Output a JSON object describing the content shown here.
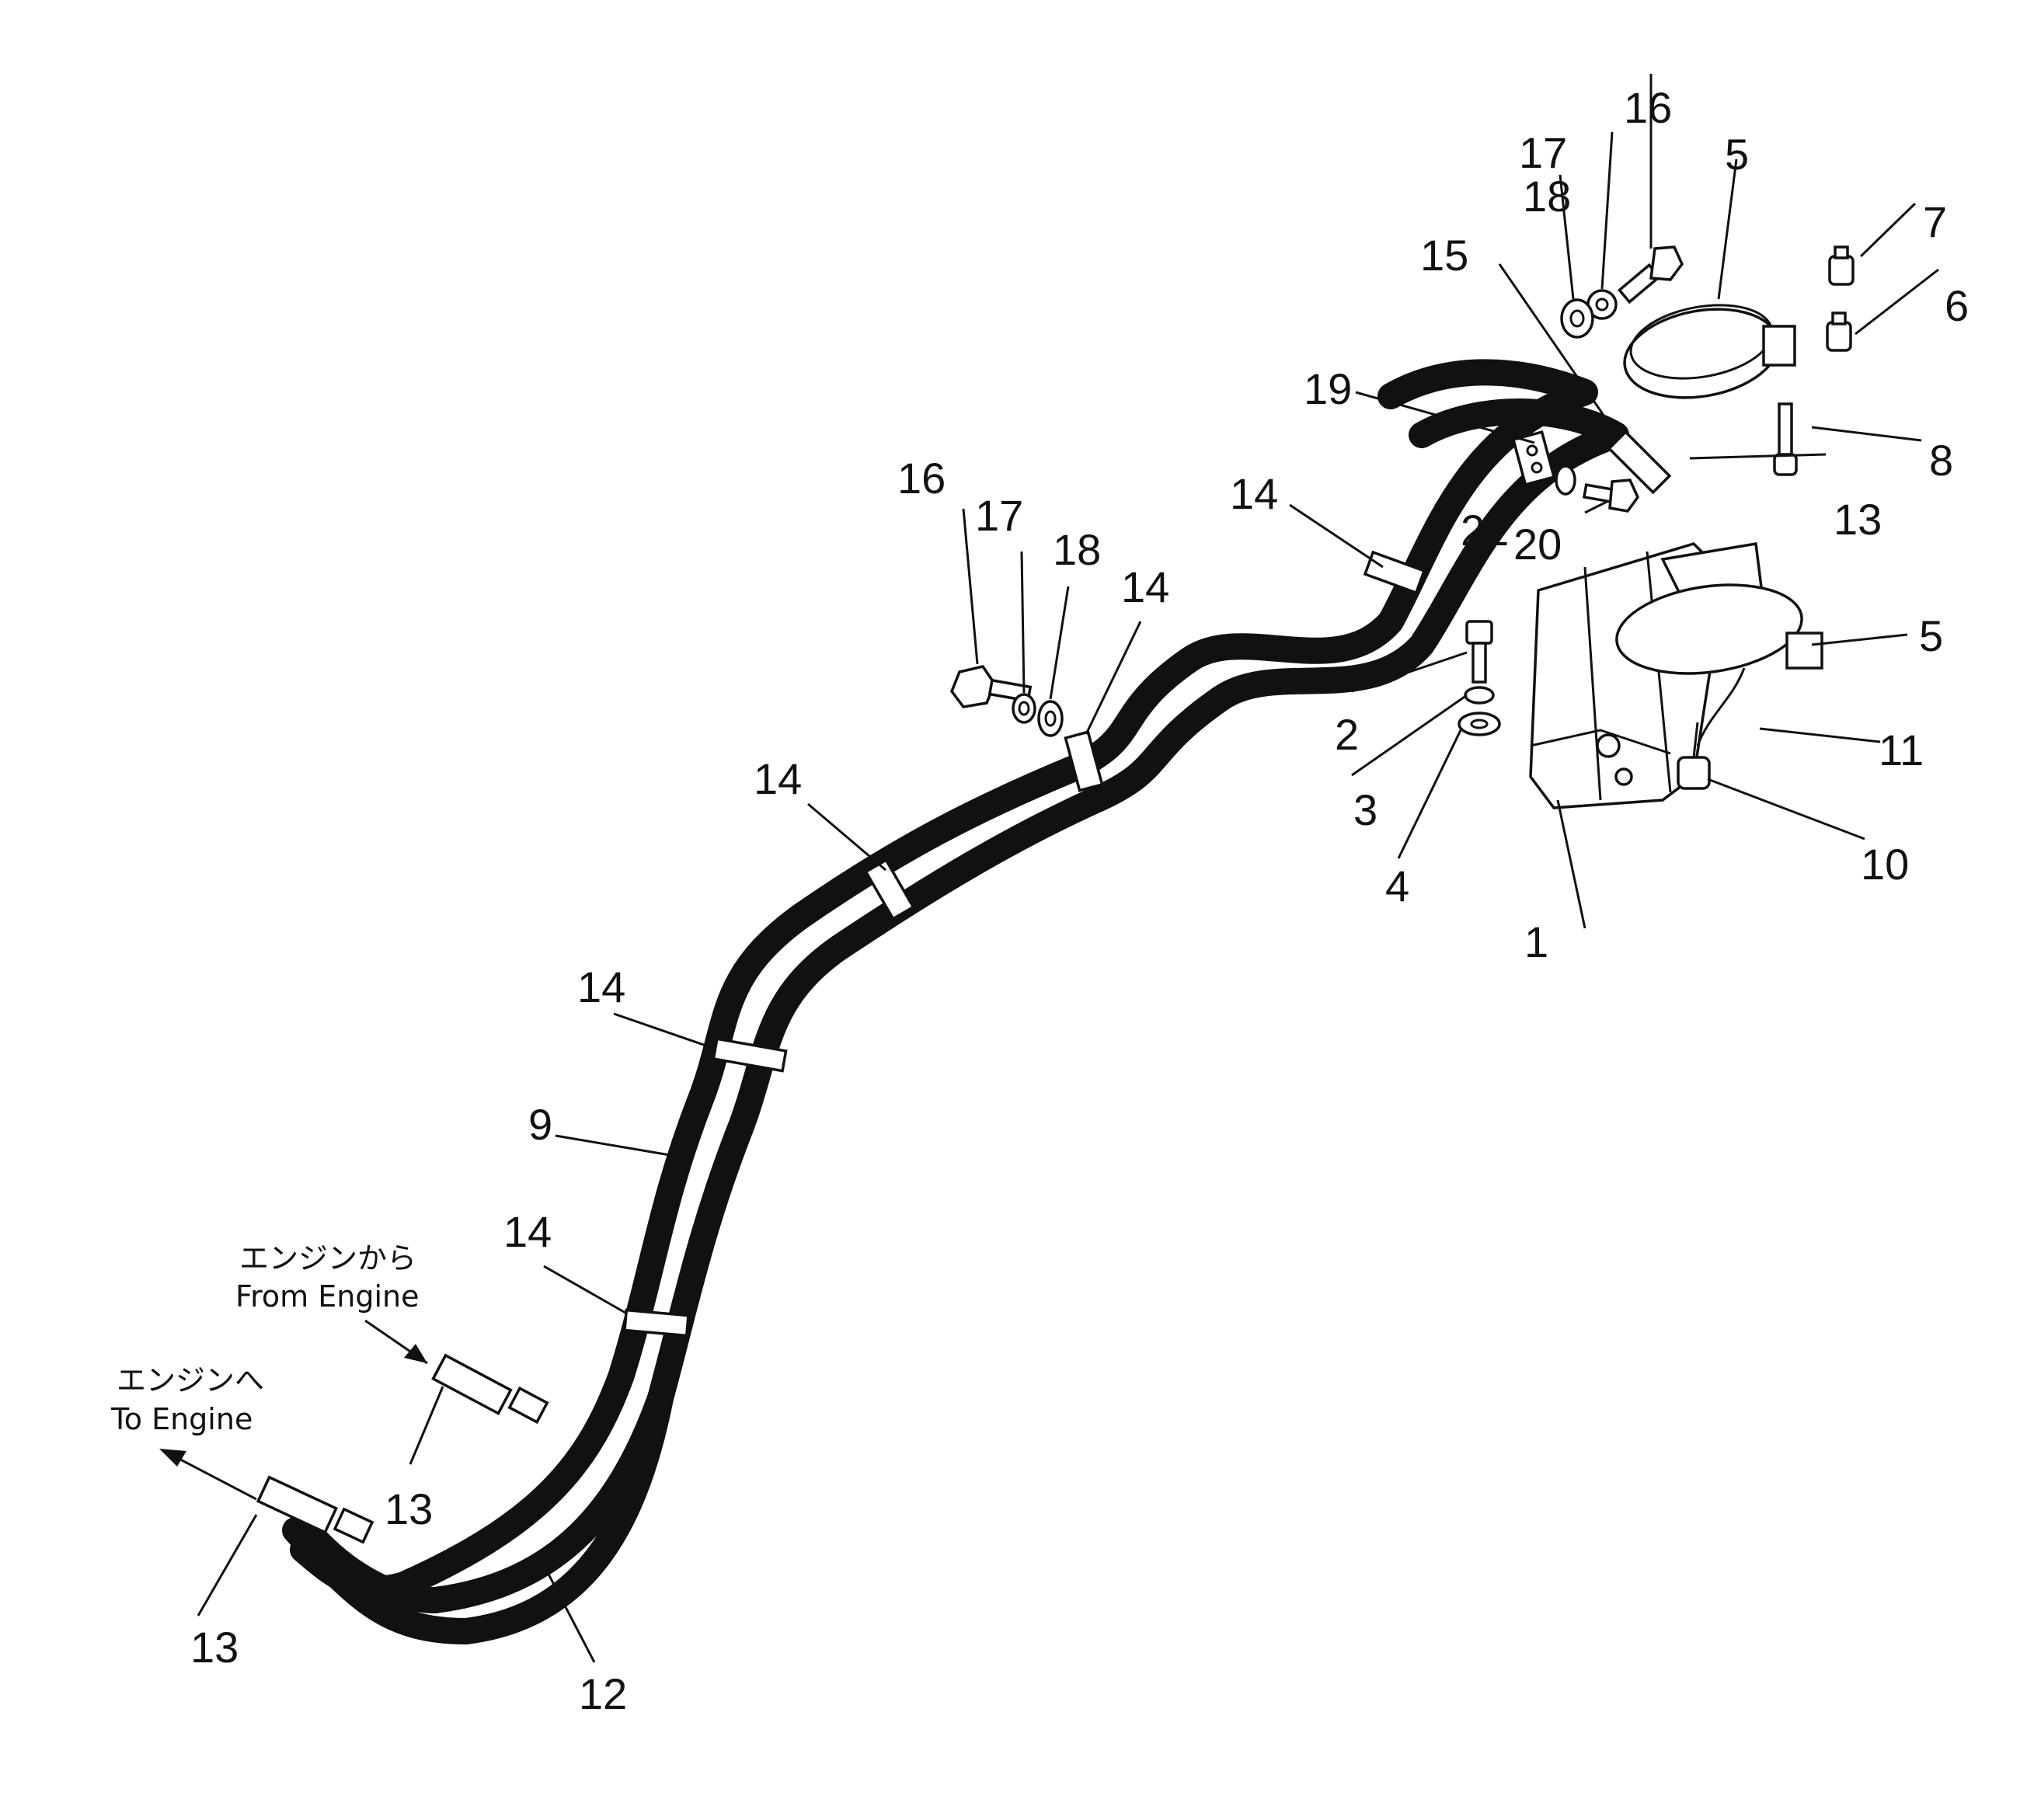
{
  "callouts": {
    "c1": "1",
    "c2": "2",
    "c3": "3",
    "c4": "4",
    "c5": "5",
    "c6": "6",
    "c7": "7",
    "c8": "8",
    "c9": "9",
    "c10": "10",
    "c11": "11",
    "c12": "12",
    "c13": "13",
    "c14": "14",
    "c15": "15",
    "c16": "16",
    "c17": "17",
    "c18": "18",
    "c19": "19",
    "c20": "20",
    "c21": "21"
  },
  "notes": {
    "from_engine_jp": "エンジンから",
    "from_engine_en": "From Engine",
    "to_engine_jp": "エンジンへ",
    "to_engine_en": "To Engine"
  }
}
